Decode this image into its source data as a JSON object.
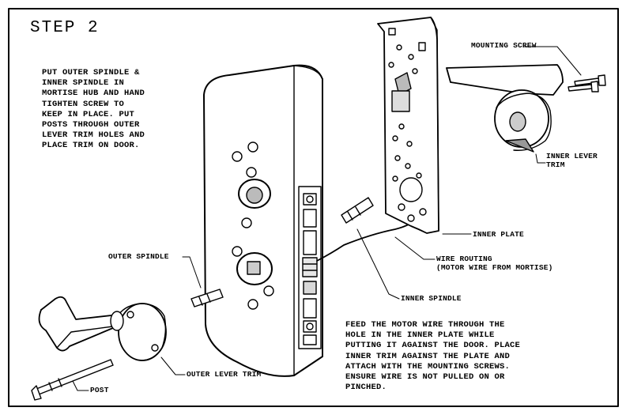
{
  "step_title": "STEP 2",
  "instructions_top": [
    "PUT OUTER SPINDLE &",
    "INNER SPINDLE IN",
    "MORTISE HUB AND HAND",
    "TIGHTEN SCREW TO",
    "KEEP IN PLACE. PUT",
    "POSTS THROUGH OUTER",
    "LEVER TRIM HOLES AND",
    "PLACE TRIM ON DOOR."
  ],
  "instructions_bottom": [
    "FEED THE MOTOR WIRE THROUGH THE",
    "HOLE IN THE INNER PLATE WHILE",
    "PUTTING IT AGAINST THE DOOR. PLACE",
    "INNER TRIM AGAINST THE PLATE AND",
    "ATTACH WITH THE MOUNTING SCREWS.",
    "ENSURE WIRE IS NOT PULLED ON OR",
    "PINCHED."
  ],
  "labels": {
    "mounting_screw": "MOUNTING SCREW",
    "inner_lever_trim_1": "INNER LEVER",
    "inner_lever_trim_2": "TRIM",
    "inner_plate": "INNER PLATE",
    "wire_routing_1": "WIRE ROUTING",
    "wire_routing_2": "(MOTOR WIRE FROM MORTISE)",
    "inner_spindle": "INNER SPINDLE",
    "outer_spindle": "OUTER SPINDLE",
    "outer_lever_trim": "OUTER LEVER TRIM",
    "post": "POST"
  },
  "colors": {
    "line": "#000000",
    "background": "#ffffff"
  }
}
